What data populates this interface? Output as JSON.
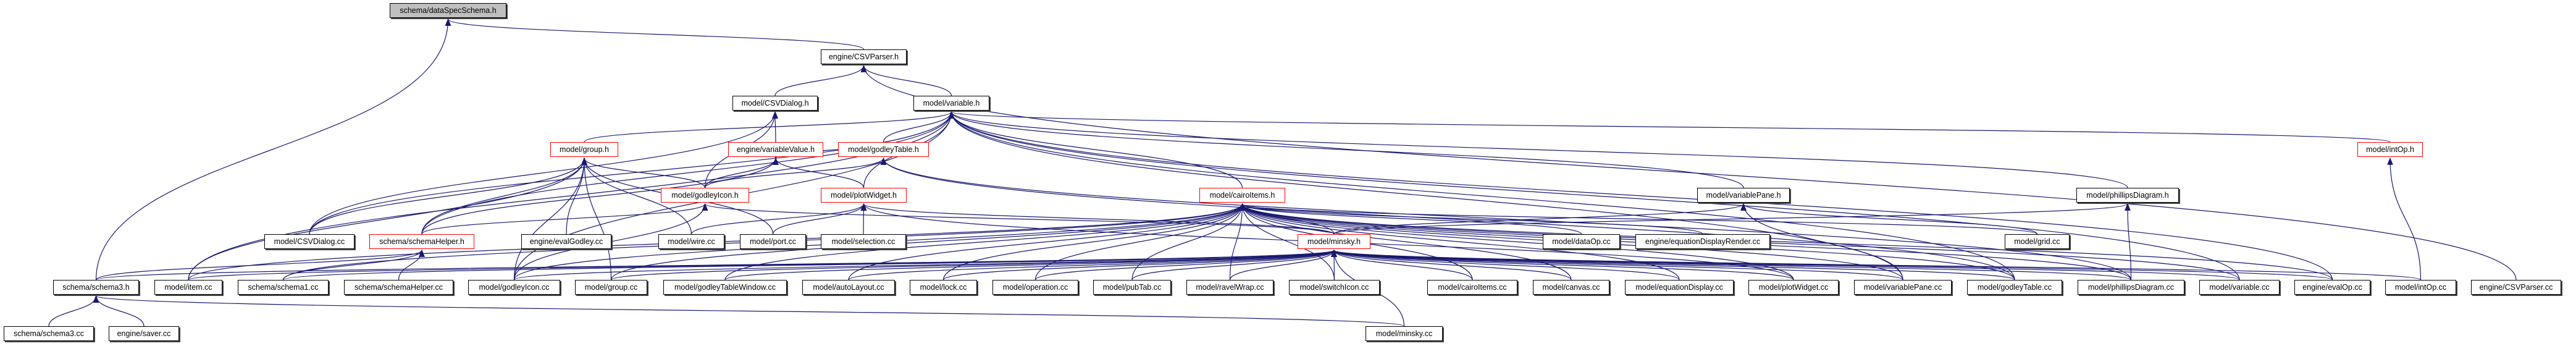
{
  "graph": {
    "title": "schema/dataSpecSchema.h",
    "edge_color": "#191970",
    "nodes": [
      {
        "id": "dataSpecSchema_h",
        "label": "schema/dataSpecSchema.h",
        "style": "root"
      },
      {
        "id": "CSVParser_h",
        "label": "engine/CSVParser.h",
        "style": "normal"
      },
      {
        "id": "CSVDialog_h",
        "label": "model/CSVDialog.h",
        "style": "normal"
      },
      {
        "id": "variable_h",
        "label": "model/variable.h",
        "style": "normal"
      },
      {
        "id": "group_h",
        "label": "model/group.h",
        "style": "truncated"
      },
      {
        "id": "variableValue_h",
        "label": "engine/variableValue.h",
        "style": "truncated"
      },
      {
        "id": "godleyTable_h",
        "label": "model/godleyTable.h",
        "style": "truncated"
      },
      {
        "id": "intOp_h",
        "label": "model/intOp.h",
        "style": "truncated"
      },
      {
        "id": "godleyIcon_h",
        "label": "model/godleyIcon.h",
        "style": "truncated"
      },
      {
        "id": "plotWidget_h",
        "label": "model/plotWidget.h",
        "style": "truncated"
      },
      {
        "id": "cairoItems_h",
        "label": "model/cairoItems.h",
        "style": "truncated"
      },
      {
        "id": "variablePane_h",
        "label": "model/variablePane.h",
        "style": "normal"
      },
      {
        "id": "phillipsDiagram_h",
        "label": "model/phillipsDiagram.h",
        "style": "normal"
      },
      {
        "id": "CSVDialog_cc",
        "label": "model/CSVDialog.cc",
        "style": "normal"
      },
      {
        "id": "schemaHelper_h",
        "label": "schema/schemaHelper.h",
        "style": "truncated"
      },
      {
        "id": "evalGodley_cc",
        "label": "engine/evalGodley.cc",
        "style": "normal"
      },
      {
        "id": "wire_cc",
        "label": "model/wire.cc",
        "style": "normal"
      },
      {
        "id": "port_cc",
        "label": "model/port.cc",
        "style": "normal"
      },
      {
        "id": "selection_cc",
        "label": "model/selection.cc",
        "style": "normal"
      },
      {
        "id": "minsky_h",
        "label": "model/minsky.h",
        "style": "truncated"
      },
      {
        "id": "dataOp_cc",
        "label": "model/dataOp.cc",
        "style": "normal"
      },
      {
        "id": "equationDisplayRender_cc",
        "label": "engine/equationDisplayRender.cc",
        "style": "normal"
      },
      {
        "id": "grid_cc",
        "label": "model/grid.cc",
        "style": "normal"
      },
      {
        "id": "schema3_h",
        "label": "schema/schema3.h",
        "style": "normal"
      },
      {
        "id": "item_cc",
        "label": "model/item.cc",
        "style": "normal"
      },
      {
        "id": "schema1_cc",
        "label": "schema/schema1.cc",
        "style": "normal"
      },
      {
        "id": "schemaHelper_cc",
        "label": "schema/schemaHelper.cc",
        "style": "normal"
      },
      {
        "id": "godleyIcon_cc",
        "label": "model/godleyIcon.cc",
        "style": "normal"
      },
      {
        "id": "group_cc",
        "label": "model/group.cc",
        "style": "normal"
      },
      {
        "id": "godleyTableWindow_cc",
        "label": "model/godleyTableWindow.cc",
        "style": "normal"
      },
      {
        "id": "autoLayout_cc",
        "label": "model/autoLayout.cc",
        "style": "normal"
      },
      {
        "id": "lock_cc",
        "label": "model/lock.cc",
        "style": "normal"
      },
      {
        "id": "operation_cc",
        "label": "model/operation.cc",
        "style": "normal"
      },
      {
        "id": "pubTab_cc",
        "label": "model/pubTab.cc",
        "style": "normal"
      },
      {
        "id": "ravelWrap_cc",
        "label": "model/ravelWrap.cc",
        "style": "normal"
      },
      {
        "id": "switchIcon_cc",
        "label": "model/switchIcon.cc",
        "style": "normal"
      },
      {
        "id": "cairoItems_cc",
        "label": "model/cairoItems.cc",
        "style": "normal"
      },
      {
        "id": "canvas_cc",
        "label": "model/canvas.cc",
        "style": "normal"
      },
      {
        "id": "equationDisplay_cc",
        "label": "model/equationDisplay.cc",
        "style": "normal"
      },
      {
        "id": "plotWidget_cc",
        "label": "model/plotWidget.cc",
        "style": "normal"
      },
      {
        "id": "variablePane_cc",
        "label": "model/variablePane.cc",
        "style": "normal"
      },
      {
        "id": "godleyTable_cc",
        "label": "model/godleyTable.cc",
        "style": "normal"
      },
      {
        "id": "phillipsDiagram_cc",
        "label": "model/phillipsDiagram.cc",
        "style": "normal"
      },
      {
        "id": "variable_cc",
        "label": "model/variable.cc",
        "style": "normal"
      },
      {
        "id": "evalOp_cc",
        "label": "engine/evalOp.cc",
        "style": "normal"
      },
      {
        "id": "intOp_cc",
        "label": "model/intOp.cc",
        "style": "normal"
      },
      {
        "id": "CSVParser_cc",
        "label": "engine/CSVParser.cc",
        "style": "normal"
      },
      {
        "id": "schema3_cc",
        "label": "schema/schema3.cc",
        "style": "normal"
      },
      {
        "id": "saver_cc",
        "label": "engine/saver.cc",
        "style": "normal"
      },
      {
        "id": "minsky_cc",
        "label": "model/minsky.cc",
        "style": "normal"
      }
    ],
    "edges": [
      [
        "schema3_h",
        "dataSpecSchema_h"
      ],
      [
        "CSVParser_h",
        "dataSpecSchema_h"
      ],
      [
        "CSVDialog_h",
        "CSVParser_h"
      ],
      [
        "variable_h",
        "CSVParser_h"
      ],
      [
        "CSVParser_cc",
        "CSVParser_h"
      ],
      [
        "variableValue_h",
        "CSVDialog_h"
      ],
      [
        "CSVDialog_cc",
        "CSVDialog_h"
      ],
      [
        "godleyIcon_h",
        "CSVDialog_h"
      ],
      [
        "group_h",
        "variable_h"
      ],
      [
        "godleyTable_h",
        "variable_h"
      ],
      [
        "cairoItems_h",
        "variable_h"
      ],
      [
        "plotWidget_h",
        "variable_h"
      ],
      [
        "variablePane_h",
        "variable_h"
      ],
      [
        "intOp_h",
        "variable_h"
      ],
      [
        "phillipsDiagram_h",
        "variable_h"
      ],
      [
        "item_cc",
        "variable_h"
      ],
      [
        "schemaHelper_h",
        "variable_h"
      ],
      [
        "variable_cc",
        "variable_h"
      ],
      [
        "evalOp_cc",
        "variable_h"
      ],
      [
        "CSVDialog_cc",
        "variable_h"
      ],
      [
        "godleyIcon_cc",
        "variable_h"
      ],
      [
        "godleyTable_cc",
        "variable_h"
      ],
      [
        "variablePane_cc",
        "variable_h"
      ],
      [
        "godleyIcon_h",
        "group_h"
      ],
      [
        "CSVDialog_cc",
        "group_h"
      ],
      [
        "schemaHelper_h",
        "group_h"
      ],
      [
        "evalGodley_cc",
        "group_h"
      ],
      [
        "wire_cc",
        "group_h"
      ],
      [
        "port_cc",
        "group_h"
      ],
      [
        "item_cc",
        "group_h"
      ],
      [
        "godleyIcon_cc",
        "group_h"
      ],
      [
        "group_cc",
        "group_h"
      ],
      [
        "godleyIcon_h",
        "variableValue_h"
      ],
      [
        "schemaHelper_h",
        "variableValue_h"
      ],
      [
        "plotWidget_h",
        "variableValue_h"
      ],
      [
        "godleyTable_h",
        "variableValue_h"
      ],
      [
        "godleyIcon_h",
        "godleyTable_h"
      ],
      [
        "phillipsDiagram_cc",
        "godleyTable_h"
      ],
      [
        "godleyTable_cc",
        "godleyTable_h"
      ],
      [
        "intOp_cc",
        "intOp_h"
      ],
      [
        "schemaHelper_h",
        "godleyIcon_h"
      ],
      [
        "godleyIcon_cc",
        "godleyIcon_h"
      ],
      [
        "minsky_h",
        "godleyIcon_h"
      ],
      [
        "wire_cc",
        "plotWidget_h"
      ],
      [
        "port_cc",
        "plotWidget_h"
      ],
      [
        "selection_cc",
        "plotWidget_h"
      ],
      [
        "minsky_h",
        "plotWidget_h"
      ],
      [
        "plotWidget_cc",
        "plotWidget_h"
      ],
      [
        "minsky_h",
        "cairoItems_h"
      ],
      [
        "dataOp_cc",
        "cairoItems_h"
      ],
      [
        "equationDisplayRender_cc",
        "cairoItems_h"
      ],
      [
        "grid_cc",
        "cairoItems_h"
      ],
      [
        "item_cc",
        "cairoItems_h"
      ],
      [
        "schema1_cc",
        "cairoItems_h"
      ],
      [
        "godleyIcon_cc",
        "cairoItems_h"
      ],
      [
        "group_cc",
        "cairoItems_h"
      ],
      [
        "godleyTableWindow_cc",
        "cairoItems_h"
      ],
      [
        "autoLayout_cc",
        "cairoItems_h"
      ],
      [
        "lock_cc",
        "cairoItems_h"
      ],
      [
        "operation_cc",
        "cairoItems_h"
      ],
      [
        "pubTab_cc",
        "cairoItems_h"
      ],
      [
        "ravelWrap_cc",
        "cairoItems_h"
      ],
      [
        "switchIcon_cc",
        "cairoItems_h"
      ],
      [
        "cairoItems_cc",
        "cairoItems_h"
      ],
      [
        "canvas_cc",
        "cairoItems_h"
      ],
      [
        "equationDisplay_cc",
        "cairoItems_h"
      ],
      [
        "plotWidget_cc",
        "cairoItems_h"
      ],
      [
        "variablePane_cc",
        "cairoItems_h"
      ],
      [
        "godleyTable_cc",
        "cairoItems_h"
      ],
      [
        "phillipsDiagram_cc",
        "cairoItems_h"
      ],
      [
        "variable_cc",
        "cairoItems_h"
      ],
      [
        "evalOp_cc",
        "cairoItems_h"
      ],
      [
        "minsky_h",
        "variablePane_h"
      ],
      [
        "variablePane_cc",
        "variablePane_h"
      ],
      [
        "grid_cc",
        "variablePane_h"
      ],
      [
        "minsky_h",
        "phillipsDiagram_h"
      ],
      [
        "phillipsDiagram_cc",
        "phillipsDiagram_h"
      ],
      [
        "schema3_h",
        "schemaHelper_h"
      ],
      [
        "schema1_cc",
        "schemaHelper_h"
      ],
      [
        "schemaHelper_cc",
        "schemaHelper_h"
      ],
      [
        "item_cc",
        "minsky_h"
      ],
      [
        "schema3_h",
        "minsky_h"
      ],
      [
        "schema1_cc",
        "minsky_h"
      ],
      [
        "godleyIcon_cc",
        "minsky_h"
      ],
      [
        "group_cc",
        "minsky_h"
      ],
      [
        "godleyTableWindow_cc",
        "minsky_h"
      ],
      [
        "autoLayout_cc",
        "minsky_h"
      ],
      [
        "lock_cc",
        "minsky_h"
      ],
      [
        "operation_cc",
        "minsky_h"
      ],
      [
        "pubTab_cc",
        "minsky_h"
      ],
      [
        "ravelWrap_cc",
        "minsky_h"
      ],
      [
        "switchIcon_cc",
        "minsky_h"
      ],
      [
        "cairoItems_cc",
        "minsky_h"
      ],
      [
        "canvas_cc",
        "minsky_h"
      ],
      [
        "equationDisplay_cc",
        "minsky_h"
      ],
      [
        "plotWidget_cc",
        "minsky_h"
      ],
      [
        "variablePane_cc",
        "minsky_h"
      ],
      [
        "godleyTable_cc",
        "minsky_h"
      ],
      [
        "phillipsDiagram_cc",
        "minsky_h"
      ],
      [
        "variable_cc",
        "minsky_h"
      ],
      [
        "evalOp_cc",
        "minsky_h"
      ],
      [
        "intOp_cc",
        "minsky_h"
      ],
      [
        "minsky_cc",
        "minsky_h"
      ],
      [
        "schema3_cc",
        "schema3_h"
      ],
      [
        "saver_cc",
        "schema3_h"
      ],
      [
        "minsky_cc",
        "schema3_h"
      ]
    ]
  }
}
